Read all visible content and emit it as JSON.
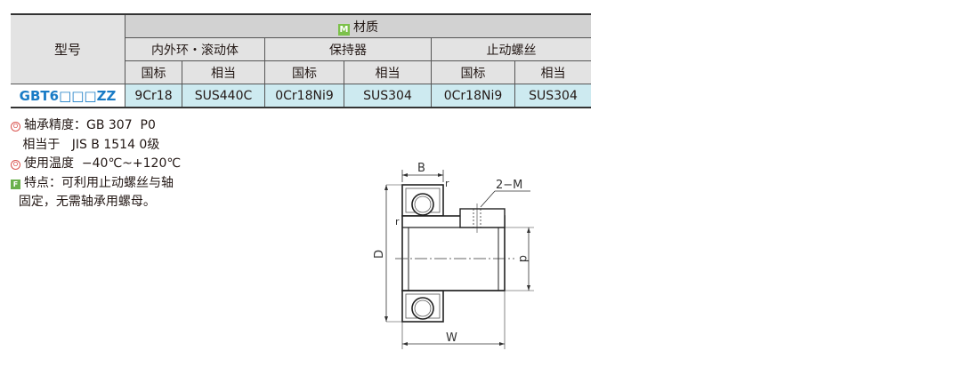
{
  "table": {
    "model_header": "型号",
    "material_header": "材质",
    "material_badge": "M",
    "groups": [
      "内外环・滚动体",
      "保持器",
      "止动螺丝"
    ],
    "subheaders": [
      "国标",
      "相当",
      "国标",
      "相当",
      "国标",
      "相当"
    ],
    "row": {
      "model": "GBT6□□□ZZ",
      "values": [
        "9Cr18",
        "SUS440C",
        "0Cr18Ni9",
        "SUS304",
        "0Cr18Ni9",
        "SUS304"
      ]
    }
  },
  "notes": {
    "icon_o": "O",
    "icon_f": "F",
    "precision": "轴承精度：GB 307  P0",
    "equivalent": "   相当于   JIS B 1514 0级",
    "temperature": "使用温度  −40℃~+120℃",
    "feature_1": "特点：可利用止动螺丝与轴",
    "feature_2": "  固定，无需轴承用螺母。"
  },
  "drawing": {
    "label_B": "B",
    "label_r_top": "r",
    "label_r_side": "r",
    "label_2M": "2−M",
    "label_D": "D",
    "label_d": "d",
    "label_W": "W"
  }
}
